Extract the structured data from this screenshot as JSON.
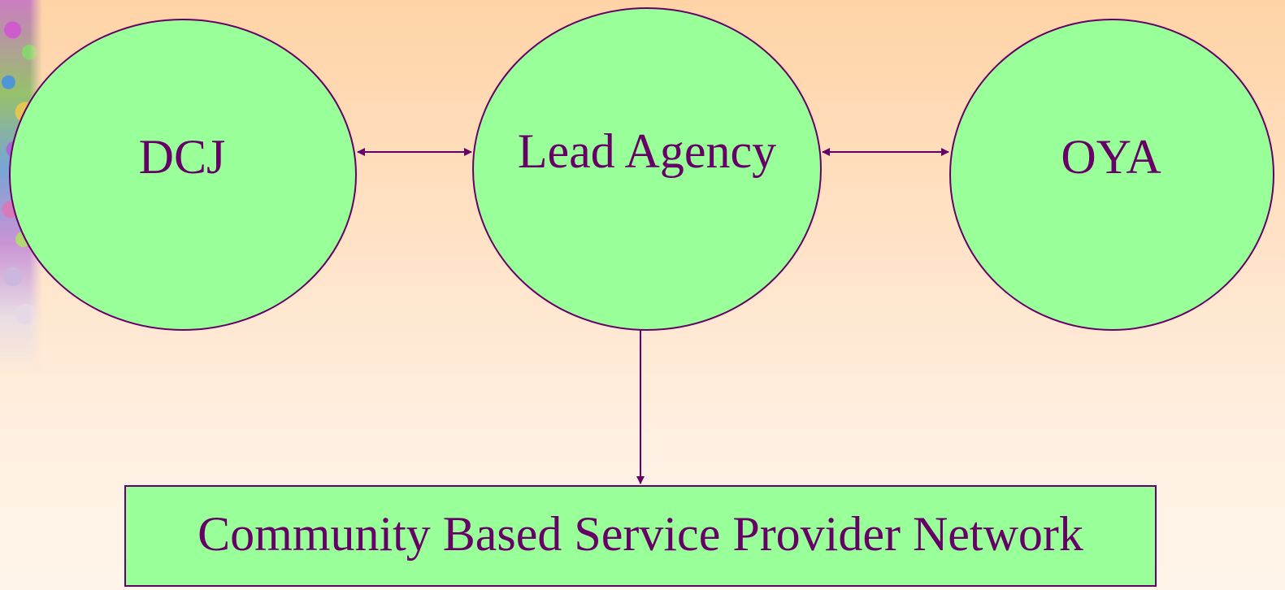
{
  "diagram": {
    "nodes": {
      "dcj": {
        "label": "DCJ"
      },
      "lead_agency": {
        "label": "Lead Agency"
      },
      "oya": {
        "label": "OYA"
      },
      "network": {
        "label": "Community Based Service Provider Network"
      }
    },
    "edges": [
      {
        "from": "DCJ",
        "to": "Lead Agency",
        "direction": "both"
      },
      {
        "from": "Lead Agency",
        "to": "OYA",
        "direction": "both"
      },
      {
        "from": "Lead Agency",
        "to": "Community Based Service Provider Network",
        "direction": "forward"
      }
    ]
  },
  "colors": {
    "node_fill": "#99ff99",
    "stroke": "#660066",
    "text": "#660066",
    "background_top": "#ffd3a6",
    "background_bottom": "#fff4ea"
  }
}
